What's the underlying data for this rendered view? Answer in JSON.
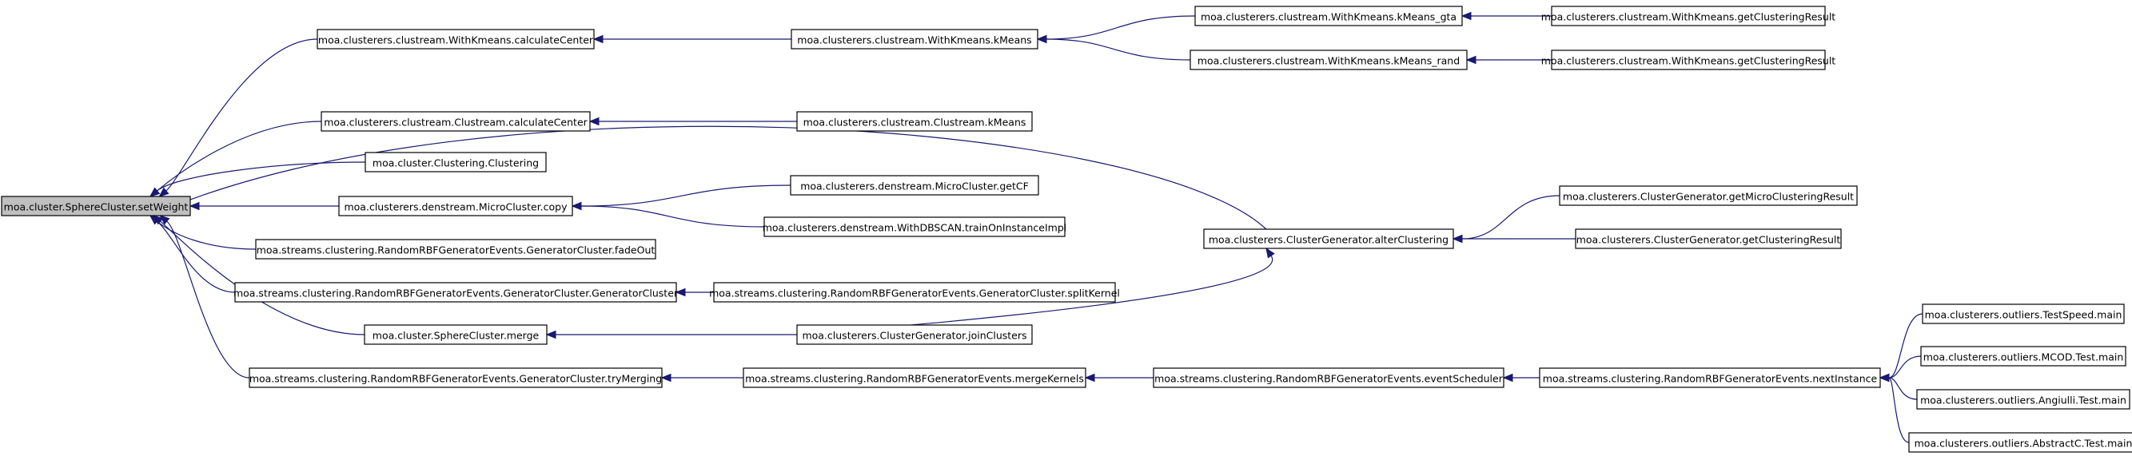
{
  "diagram": {
    "nodes": [
      {
        "id": "n0",
        "label": "moa.cluster.SphereCluster.setWeight",
        "root": true
      },
      {
        "id": "n1",
        "label": "moa.clusterers.clustream.WithKmeans.calculateCenter"
      },
      {
        "id": "n2",
        "label": "moa.clusterers.clustream.Clustream.calculateCenter"
      },
      {
        "id": "n3",
        "label": "moa.cluster.Clustering.Clustering"
      },
      {
        "id": "n4",
        "label": "moa.clusterers.denstream.MicroCluster.copy"
      },
      {
        "id": "n5",
        "label": "moa.streams.clustering.RandomRBFGeneratorEvents.GeneratorCluster.fadeOut"
      },
      {
        "id": "n6",
        "label": "moa.streams.clustering.RandomRBFGeneratorEvents.GeneratorCluster.GeneratorCluster"
      },
      {
        "id": "n7",
        "label": "moa.cluster.SphereCluster.merge"
      },
      {
        "id": "n8",
        "label": "moa.streams.clustering.RandomRBFGeneratorEvents.GeneratorCluster.tryMerging"
      },
      {
        "id": "n9",
        "label": "moa.clusterers.clustream.WithKmeans.kMeans"
      },
      {
        "id": "n10",
        "label": "moa.clusterers.clustream.Clustream.kMeans"
      },
      {
        "id": "n11",
        "label": "moa.clusterers.denstream.MicroCluster.getCF"
      },
      {
        "id": "n12",
        "label": "moa.clusterers.denstream.WithDBSCAN.trainOnInstanceImpl"
      },
      {
        "id": "n13",
        "label": "moa.streams.clustering.RandomRBFGeneratorEvents.GeneratorCluster.splitKernel"
      },
      {
        "id": "n14",
        "label": "moa.clusterers.ClusterGenerator.joinClusters"
      },
      {
        "id": "n15",
        "label": "moa.streams.clustering.RandomRBFGeneratorEvents.mergeKernels"
      },
      {
        "id": "n16",
        "label": "moa.clusterers.clustream.WithKmeans.kMeans_gta"
      },
      {
        "id": "n17",
        "label": "moa.clusterers.clustream.WithKmeans.kMeans_rand"
      },
      {
        "id": "n18",
        "label": "moa.clusterers.ClusterGenerator.alterClustering"
      },
      {
        "id": "n19",
        "label": "moa.streams.clustering.RandomRBFGeneratorEvents.eventScheduler"
      },
      {
        "id": "n20",
        "label": "moa.clusterers.clustream.WithKmeans.getClusteringResult"
      },
      {
        "id": "n21",
        "label": "moa.clusterers.clustream.WithKmeans.getClusteringResult"
      },
      {
        "id": "n22",
        "label": "moa.clusterers.ClusterGenerator.getMicroClusteringResult"
      },
      {
        "id": "n23",
        "label": "moa.clusterers.ClusterGenerator.getClusteringResult"
      },
      {
        "id": "n24",
        "label": "moa.streams.clustering.RandomRBFGeneratorEvents.nextInstance"
      },
      {
        "id": "n25",
        "label": "moa.clusterers.outliers.TestSpeed.main"
      },
      {
        "id": "n26",
        "label": "moa.clusterers.outliers.MCOD.Test.main"
      },
      {
        "id": "n27",
        "label": "moa.clusterers.outliers.Angiulli.Test.main"
      },
      {
        "id": "n28",
        "label": "moa.clusterers.outliers.AbstractC.Test.main"
      }
    ],
    "edges": [
      {
        "from": "n1",
        "to": "n0"
      },
      {
        "from": "n18",
        "to": "n0"
      },
      {
        "from": "n2",
        "to": "n0"
      },
      {
        "from": "n3",
        "to": "n0"
      },
      {
        "from": "n4",
        "to": "n0"
      },
      {
        "from": "n5",
        "to": "n0"
      },
      {
        "from": "n6",
        "to": "n0"
      },
      {
        "from": "n7",
        "to": "n0"
      },
      {
        "from": "n8",
        "to": "n0"
      },
      {
        "from": "n9",
        "to": "n1"
      },
      {
        "from": "n10",
        "to": "n2"
      },
      {
        "from": "n11",
        "to": "n4"
      },
      {
        "from": "n12",
        "to": "n4"
      },
      {
        "from": "n13",
        "to": "n6"
      },
      {
        "from": "n14",
        "to": "n7"
      },
      {
        "from": "n15",
        "to": "n8"
      },
      {
        "from": "n16",
        "to": "n9"
      },
      {
        "from": "n17",
        "to": "n9"
      },
      {
        "from": "n14",
        "to": "n18"
      },
      {
        "from": "n19",
        "to": "n15"
      },
      {
        "from": "n20",
        "to": "n16"
      },
      {
        "from": "n21",
        "to": "n17"
      },
      {
        "from": "n22",
        "to": "n18"
      },
      {
        "from": "n23",
        "to": "n18"
      },
      {
        "from": "n24",
        "to": "n19"
      },
      {
        "from": "n25",
        "to": "n24"
      },
      {
        "from": "n26",
        "to": "n24"
      },
      {
        "from": "n27",
        "to": "n24"
      },
      {
        "from": "n28",
        "to": "n24"
      }
    ]
  }
}
